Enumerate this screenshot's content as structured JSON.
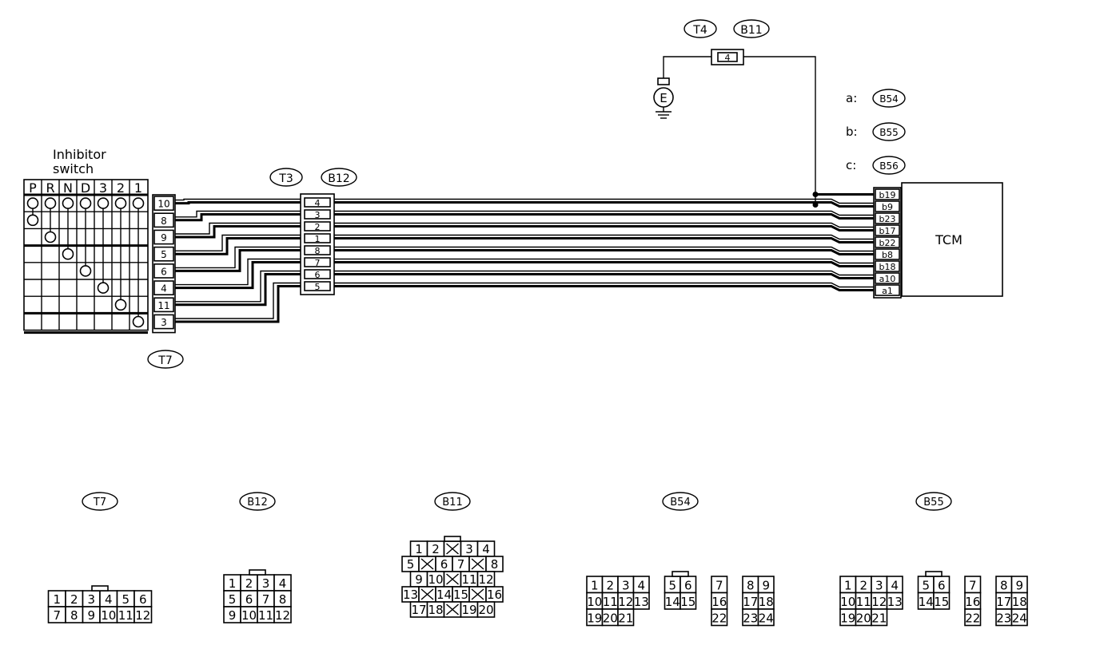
{
  "switch": {
    "title1": "Inhibitor",
    "title2": "switch",
    "positions": [
      "P",
      "R",
      "N",
      "D",
      "3",
      "2",
      "1"
    ],
    "terminals": [
      "10",
      "8",
      "9",
      "5",
      "6",
      "4",
      "11",
      "3"
    ],
    "connector": "T7"
  },
  "joint": {
    "left": "T3",
    "right": "B12",
    "pins": [
      "4",
      "3",
      "2",
      "1",
      "8",
      "7",
      "6",
      "5"
    ]
  },
  "ground": {
    "left": "T4",
    "right": "B11",
    "pin": "4",
    "label": "E"
  },
  "tcm": {
    "label": "TCM",
    "pins": [
      "b19",
      "b9",
      "b23",
      "b17",
      "b22",
      "b8",
      "b18",
      "a10",
      "a1"
    ],
    "legend": [
      {
        "key": "a:",
        "conn": "B54"
      },
      {
        "key": "b:",
        "conn": "B55"
      },
      {
        "key": "c:",
        "conn": "B56"
      }
    ]
  },
  "connectors": [
    {
      "id": "T7",
      "rows": [
        [
          "1",
          "2",
          "3",
          "4",
          "5",
          "6"
        ],
        [
          "7",
          "8",
          "9",
          "10",
          "11",
          "12"
        ]
      ]
    },
    {
      "id": "B12",
      "rows": [
        [
          "1",
          "2",
          "3",
          "4"
        ],
        [
          "5",
          "6",
          "7",
          "8"
        ],
        [
          "9",
          "10",
          "11",
          "12"
        ]
      ]
    },
    {
      "id": "B11",
      "rows": [
        [
          "1",
          "2",
          "",
          "3",
          "4"
        ],
        [
          "5",
          "",
          "6",
          "7",
          "",
          "8"
        ],
        [
          "9",
          "10",
          "",
          "11",
          "12"
        ],
        [
          "13",
          "",
          "14",
          "15",
          "",
          "16"
        ],
        [
          "17",
          "18",
          "",
          "19",
          "20"
        ]
      ]
    },
    {
      "id": "B54",
      "rows": [
        [
          "1",
          "2",
          "3",
          "4",
          "",
          "5",
          "6",
          "",
          "7",
          "",
          "8",
          "9"
        ],
        [
          "10",
          "11",
          "12",
          "13",
          "",
          "14",
          "15",
          "",
          "16",
          "",
          "17",
          "18"
        ],
        [
          "19",
          "20",
          "21",
          "",
          "",
          "",
          "",
          "",
          "22",
          "",
          "23",
          "24"
        ]
      ]
    },
    {
      "id": "B55",
      "rows": [
        [
          "1",
          "2",
          "3",
          "4",
          "",
          "5",
          "6",
          "",
          "7",
          "",
          "8",
          "9"
        ],
        [
          "10",
          "11",
          "12",
          "13",
          "",
          "14",
          "15",
          "",
          "16",
          "",
          "17",
          "18"
        ],
        [
          "19",
          "20",
          "21",
          "",
          "",
          "",
          "",
          "",
          "22",
          "",
          "23",
          "24"
        ]
      ]
    }
  ]
}
